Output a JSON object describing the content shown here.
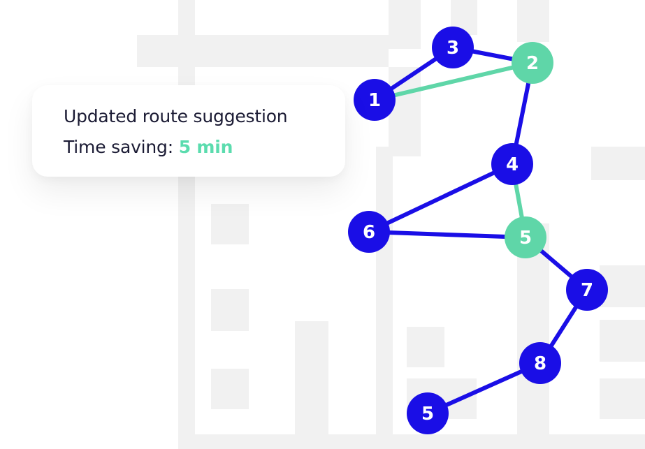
{
  "colors": {
    "route_blue": "#1a0ee6",
    "suggestion_green": "#5fd6a8",
    "text_dark": "#1b1b34",
    "highlight_green": "#5bdcae",
    "map_gray": "#f1f1f1"
  },
  "suggestion_card": {
    "title": "Updated route suggestion",
    "saving_label": "Time saving:",
    "saving_value": "5 min"
  },
  "route": {
    "stops": [
      {
        "id": "stop-1",
        "label": "1",
        "status": "route"
      },
      {
        "id": "stop-3",
        "label": "3",
        "status": "route"
      },
      {
        "id": "stop-2",
        "label": "2",
        "status": "suggested"
      },
      {
        "id": "stop-4",
        "label": "4",
        "status": "route"
      },
      {
        "id": "stop-6",
        "label": "6",
        "status": "route"
      },
      {
        "id": "stop-5a",
        "label": "5",
        "status": "suggested"
      },
      {
        "id": "stop-7",
        "label": "7",
        "status": "route"
      },
      {
        "id": "stop-8",
        "label": "8",
        "status": "route"
      },
      {
        "id": "stop-5b",
        "label": "5",
        "status": "route"
      }
    ],
    "segments": [
      {
        "from": "stop-1",
        "to": "stop-3",
        "kind": "route"
      },
      {
        "from": "stop-3",
        "to": "stop-2",
        "kind": "route"
      },
      {
        "from": "stop-1",
        "to": "stop-2",
        "kind": "suggested"
      },
      {
        "from": "stop-2",
        "to": "stop-4",
        "kind": "route"
      },
      {
        "from": "stop-4",
        "to": "stop-6",
        "kind": "route"
      },
      {
        "from": "stop-4",
        "to": "stop-5a",
        "kind": "suggested"
      },
      {
        "from": "stop-6",
        "to": "stop-5a",
        "kind": "route"
      },
      {
        "from": "stop-5a",
        "to": "stop-7",
        "kind": "route"
      },
      {
        "from": "stop-7",
        "to": "stop-8",
        "kind": "route"
      },
      {
        "from": "stop-8",
        "to": "stop-5b",
        "kind": "route"
      }
    ]
  }
}
